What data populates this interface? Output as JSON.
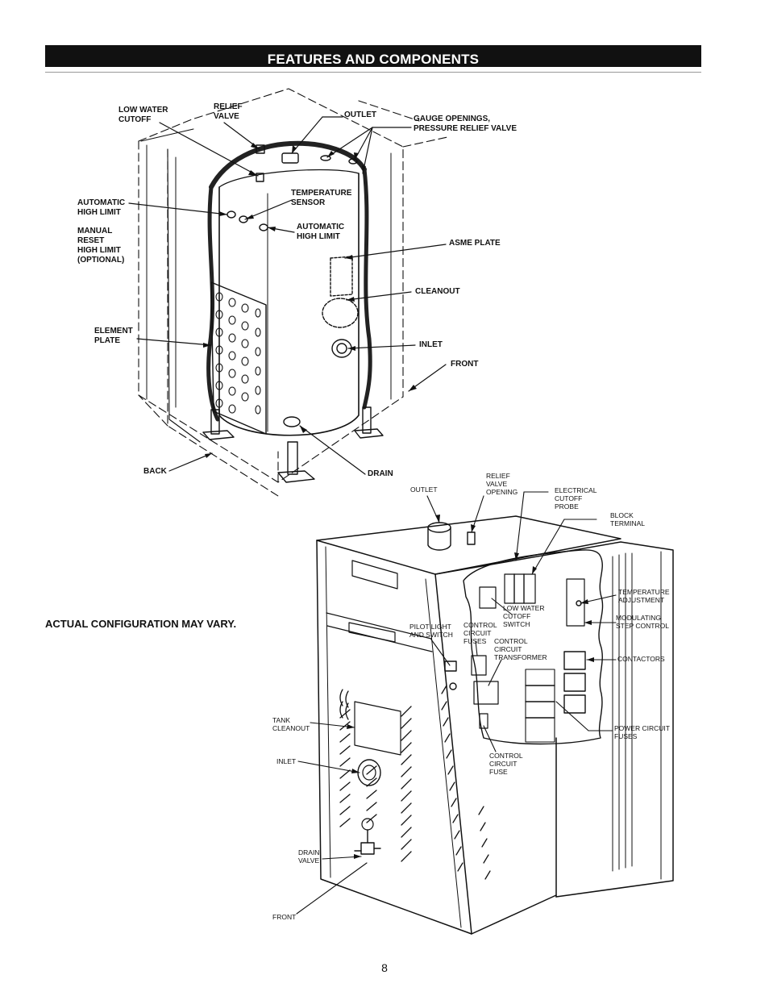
{
  "header": {
    "title": "FEATURES AND COMPONENTS"
  },
  "tank_labels": {
    "low_water_cutoff": "LOW WATER\nCUTOFF",
    "relief_valve": "RELIEF\nVALVE",
    "outlet": "OUTLET",
    "gauge_openings": "GAUGE OPENINGS,\nPRESSURE RELIEF VALVE",
    "automatic_high_limit_left": "AUTOMATIC\nHIGH LIMIT",
    "manual_reset": "MANUAL\nRESET\nHIGH LIMIT\n(OPTIONAL)",
    "temperature_sensor": "TEMPERATURE\nSENSOR",
    "automatic_high_limit_right": "AUTOMATIC\nHIGH LIMIT",
    "asme_plate": "ASME PLATE",
    "cleanout": "CLEANOUT",
    "element_plate": "ELEMENT\nPLATE",
    "inlet": "INLET",
    "front": "FRONT",
    "back": "BACK",
    "drain": "DRAIN"
  },
  "cabinet_labels": {
    "outlet": "OUTLET",
    "relief_valve_opening": "RELIEF\nVALVE\nOPENING",
    "electrical_cutoff_probe": "ELECTRICAL\nCUTOFF\nPROBE",
    "block_terminal": "BLOCK\nTERMINAL",
    "temperature_adjustment": "TEMPERATURE\nADJUSTMENT",
    "modulating_step_control": "MODULATING\nSTEP CONTROL",
    "low_water_cutoff_switch": "LOW WATER\nCUTOFF\nSWITCH",
    "pilot_light_and_switch": "PILOT LIGHT\nAND SWITCH",
    "control_circuit_fuses": "CONTROL\nCIRCUIT\nFUSES",
    "control_circuit_transformer": "CONTROL\nCIRCUIT\nTRANSFORMER",
    "contactors": "CONTACTORS",
    "tank_cleanout": "TANK\nCLEANOUT",
    "inlet": "INLET",
    "power_circuit_fuses": "POWER CIRCUIT\nFUSES",
    "control_circuit_fuse": "CONTROL\nCIRCUIT\nFUSE",
    "drain_valve": "DRAIN\nVALVE",
    "front": "FRONT"
  },
  "note": "ACTUAL CONFIGURATION MAY VARY.",
  "page_number": "8"
}
